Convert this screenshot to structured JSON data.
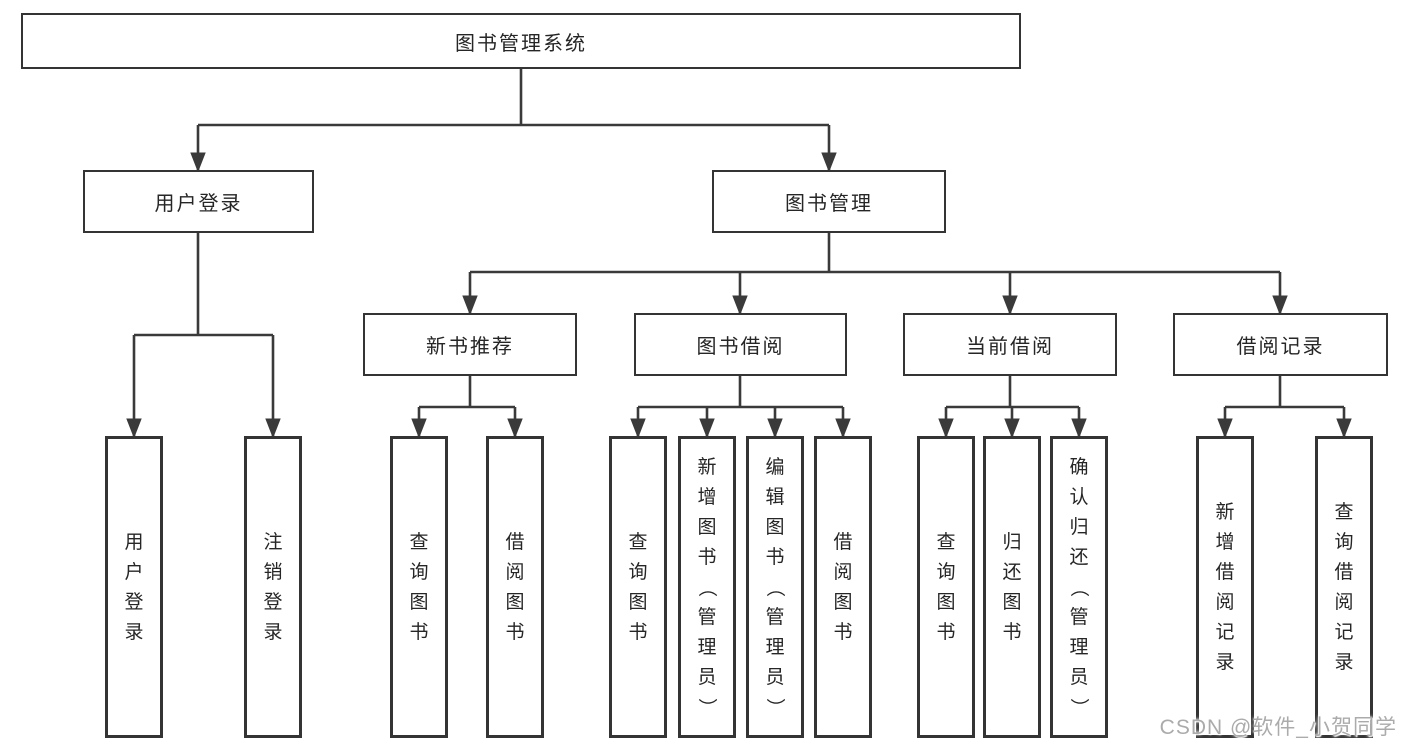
{
  "colors": {
    "line": "#3a3a3a",
    "box_border": "#343434",
    "text": "#262626",
    "watermark": "#ababab"
  },
  "watermark": "CSDN @软件_小贺同学",
  "tree": {
    "root": "图书管理系统",
    "user_login": {
      "label": "用户登录",
      "children": [
        "用户登录",
        "注销登录"
      ]
    },
    "book_management": {
      "label": "图书管理",
      "groups": [
        {
          "label": "新书推荐",
          "children": [
            "查询图书",
            "借阅图书"
          ]
        },
        {
          "label": "图书借阅",
          "children": [
            "查询图书",
            "新增图书（管理员）",
            "编辑图书（管理员）",
            "借阅图书"
          ]
        },
        {
          "label": "当前借阅",
          "children": [
            "查询图书",
            "归还图书",
            "确认归还（管理员）"
          ]
        },
        {
          "label": "借阅记录",
          "children": [
            "新增借阅记录",
            "查询借阅记录"
          ]
        }
      ]
    }
  }
}
